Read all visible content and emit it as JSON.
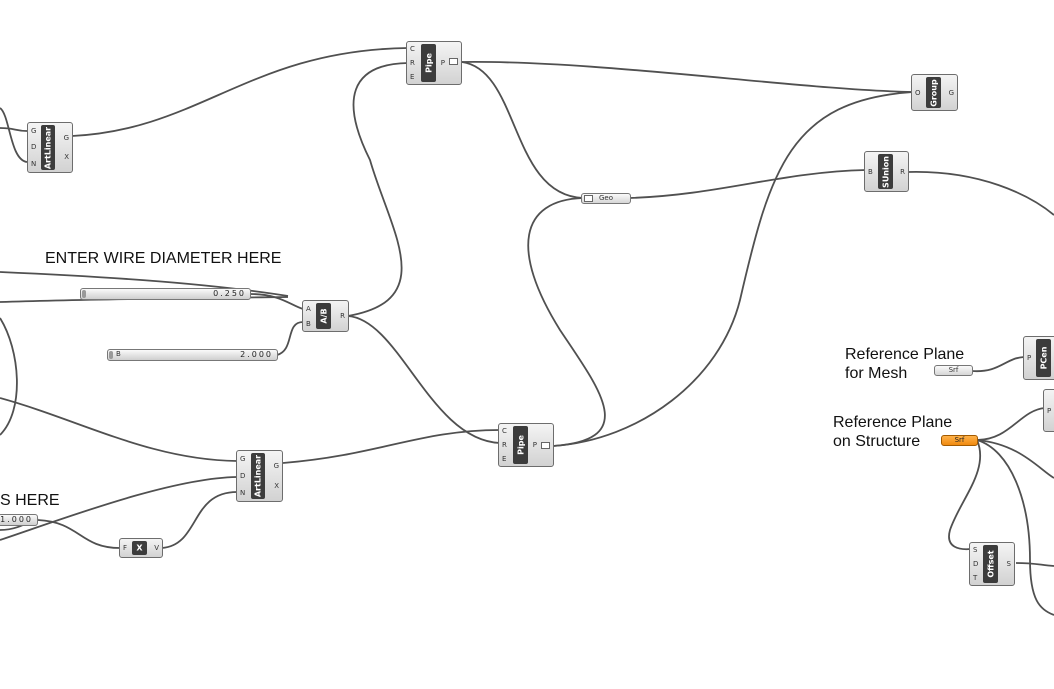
{
  "labels": {
    "wire_diameter": "ENTER WIRE DIAMETER HERE",
    "s_here": "S HERE",
    "ref_plane_mesh_1": "Reference Plane",
    "ref_plane_mesh_2": "for Mesh",
    "ref_plane_structure_1": "Reference Plane",
    "ref_plane_structure_2": "on Structure"
  },
  "components": {
    "artlinear_top": {
      "name": "ArtLinear",
      "inputs": [
        "G",
        "D",
        "N"
      ],
      "outputs": [
        "G",
        "X"
      ]
    },
    "pipe_top": {
      "name": "Pipe",
      "inputs": [
        "C",
        "R",
        "E"
      ],
      "outputs": [
        "P"
      ]
    },
    "group": {
      "name": "Group",
      "inputs": [
        "O"
      ],
      "outputs": [
        "G"
      ]
    },
    "sunion": {
      "name": "SUnion",
      "inputs": [
        "B"
      ],
      "outputs": [
        "R"
      ]
    },
    "ab": {
      "name": "A/B",
      "inputs": [
        "A",
        "B"
      ],
      "outputs": [
        "R"
      ]
    },
    "pipe_bottom": {
      "name": "Pipe",
      "inputs": [
        "C",
        "R",
        "E"
      ],
      "outputs": [
        "P"
      ]
    },
    "artlinear_bottom": {
      "name": "ArtLinear",
      "inputs": [
        "G",
        "D",
        "N"
      ],
      "outputs": [
        "G",
        "X"
      ]
    },
    "multiply": {
      "name": "X",
      "inputs": [
        "F"
      ],
      "outputs": [
        "V"
      ]
    },
    "pcen": {
      "name": "PCen",
      "inputs": [
        "P"
      ],
      "outputs": []
    },
    "offset": {
      "name": "Offset",
      "inputs": [
        "S",
        "D",
        "T"
      ],
      "outputs": [
        "S"
      ]
    },
    "partial_right": {
      "inputs": [
        "P"
      ]
    }
  },
  "params": {
    "geo": "Geo",
    "srf_mesh": "Srf",
    "srf_structure": "Srf"
  },
  "sliders": {
    "wire_diameter": {
      "value": "0.250"
    },
    "b_slider": {
      "label": "B",
      "value": "2.000"
    },
    "bottom_left": {
      "value": "1.000"
    }
  }
}
